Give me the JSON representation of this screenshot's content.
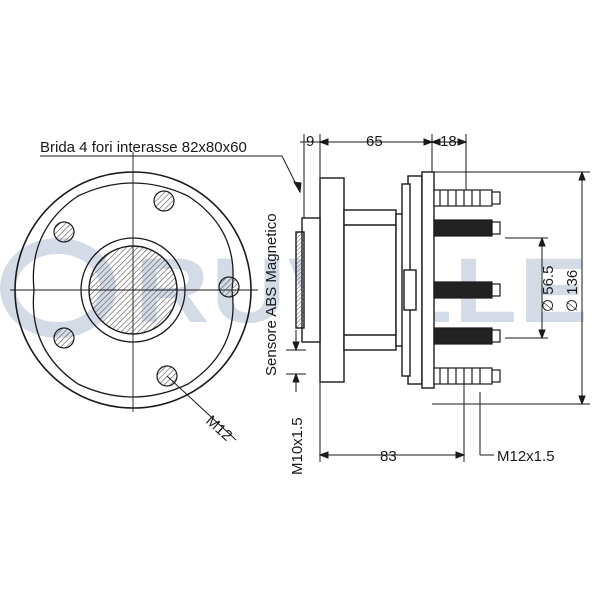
{
  "watermark": {
    "text": "RUVILLE",
    "color": "#d4dbe6"
  },
  "labels": {
    "flange": "Brida 4 fori interasse 82x80x60",
    "sensor": "Sensore ABS Magnetico",
    "bolt_hole": "M12",
    "thread_left": "M10x1.5",
    "thread_right": "M12x1.5"
  },
  "dimensions": {
    "d9": "9",
    "d65": "65",
    "d18": "18",
    "d83": "83",
    "d56_5": "∅ 56.5",
    "d136": "∅ 136"
  },
  "colors": {
    "line": "#1a1a1a",
    "hatch": "#555555"
  }
}
